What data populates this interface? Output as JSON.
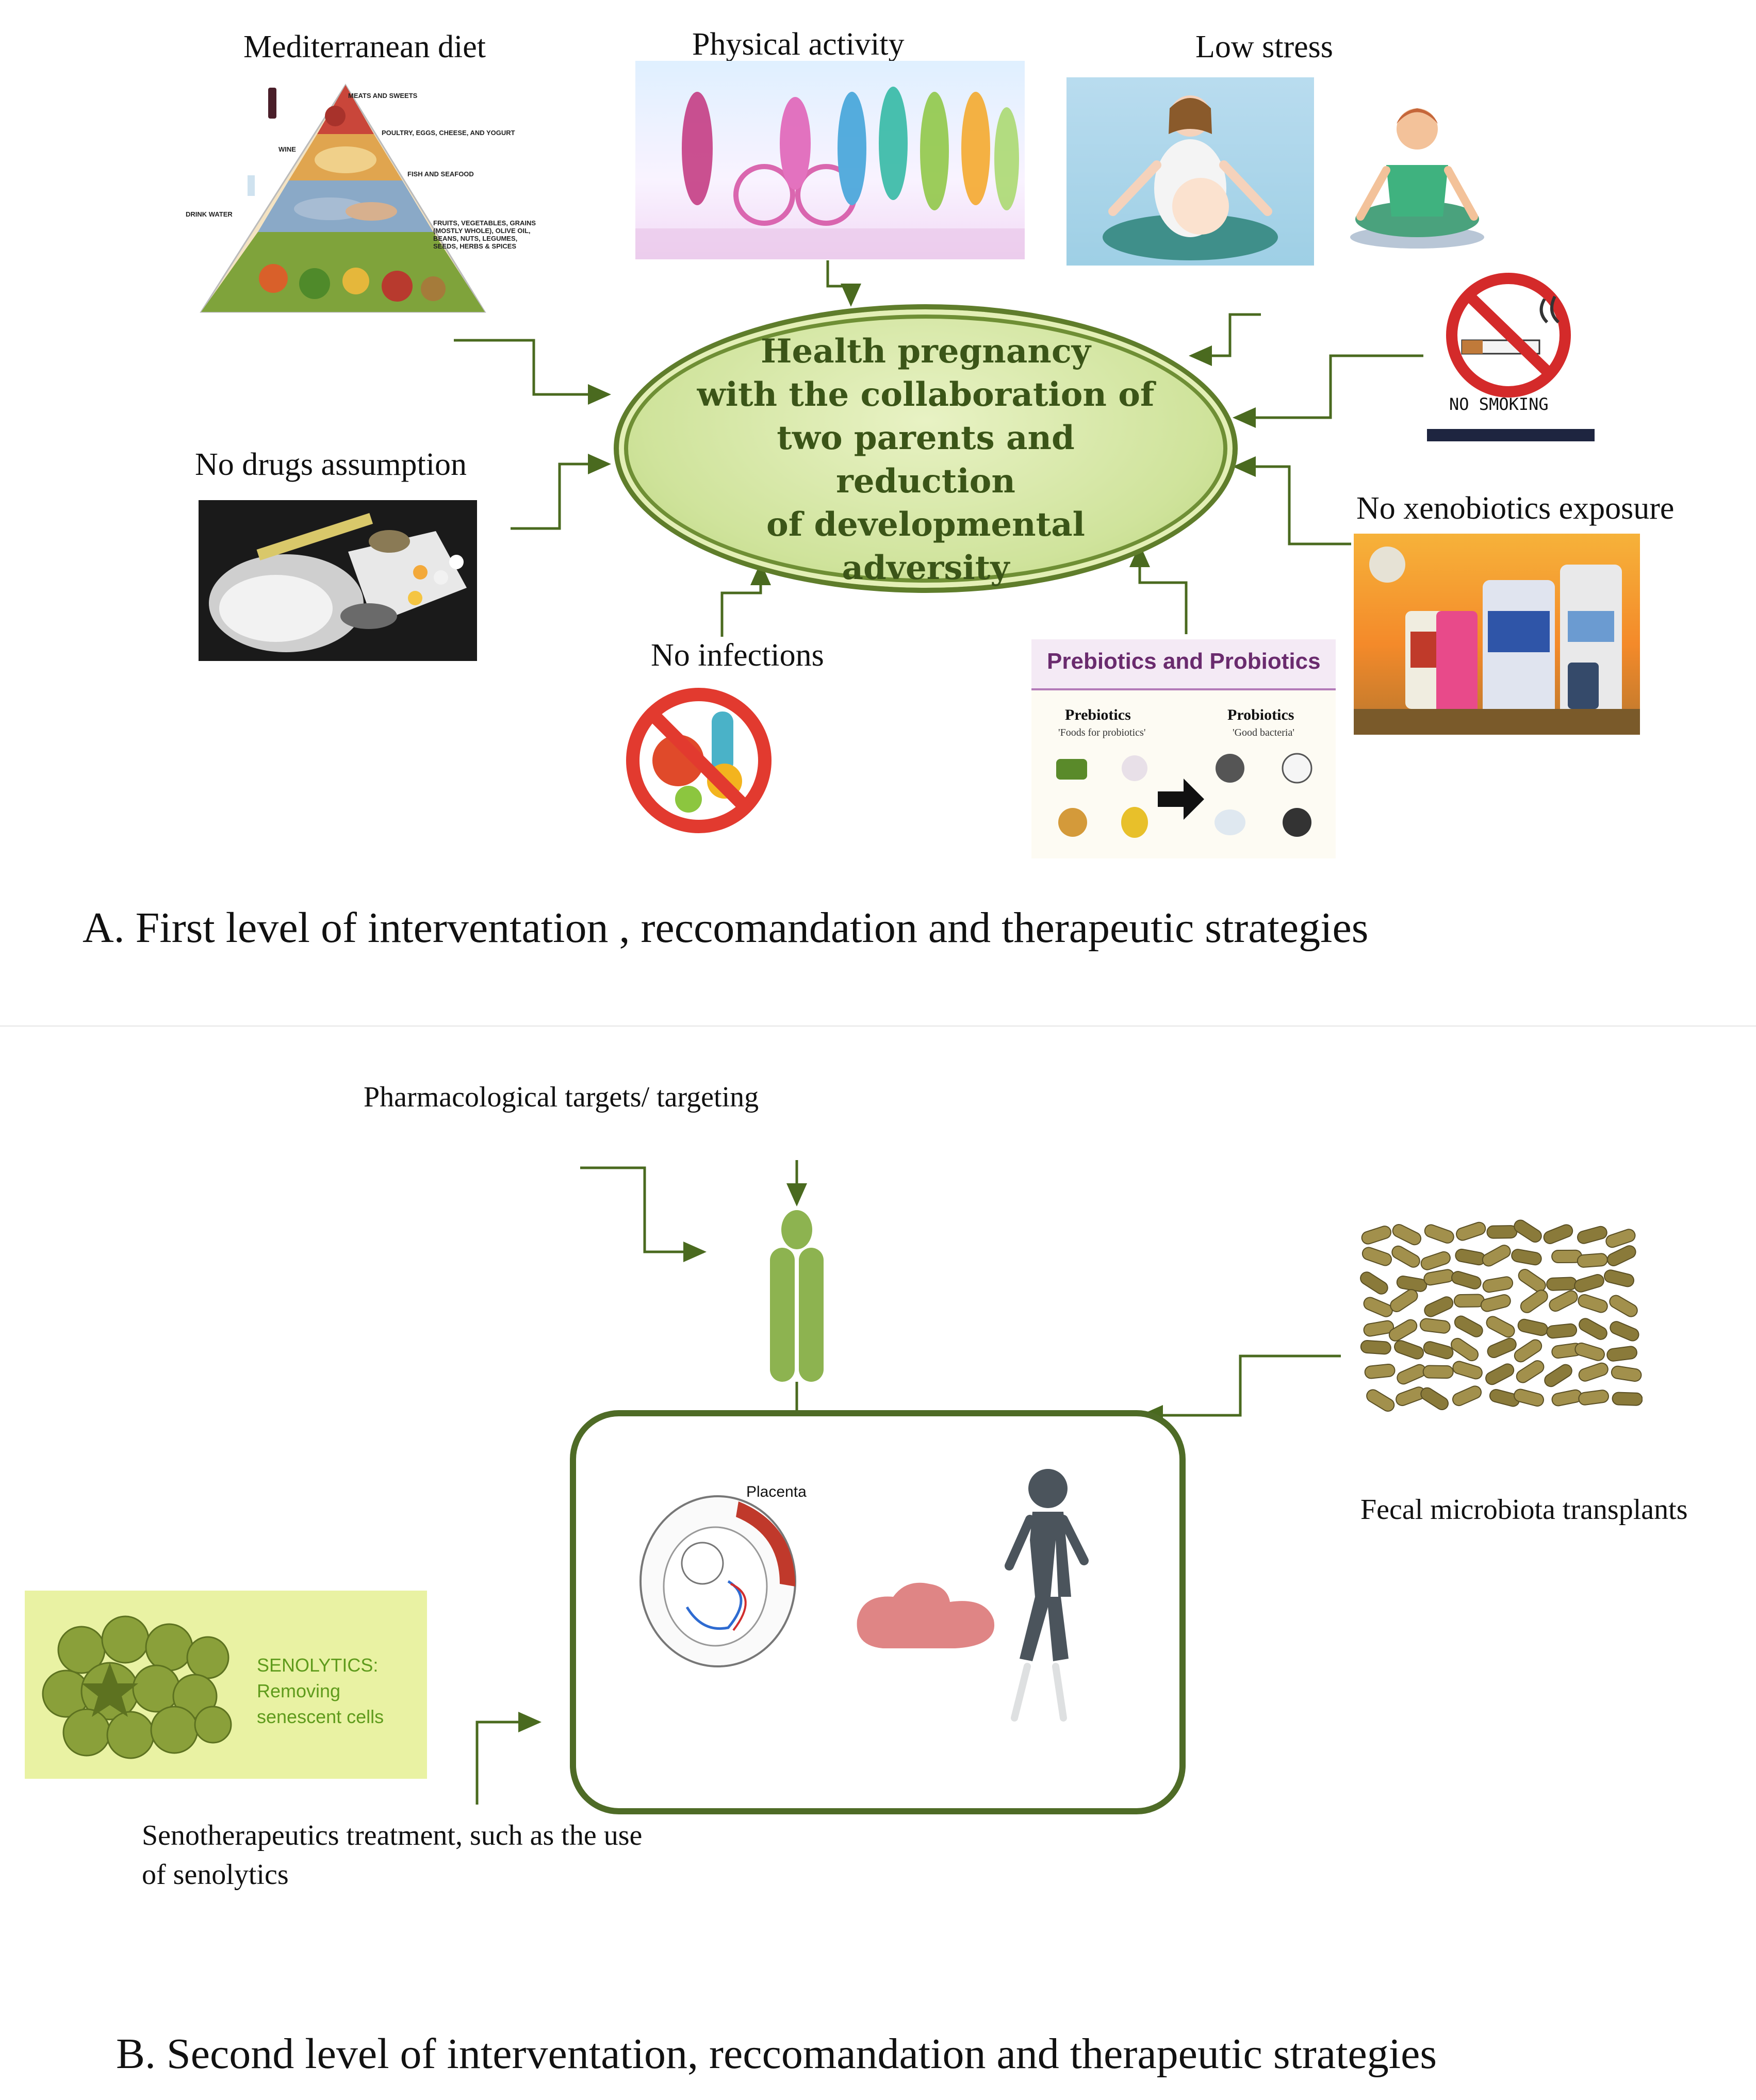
{
  "panel_a": {
    "center": {
      "lines": [
        "Health pregnancy",
        "with the collaboration of",
        "two parents  and",
        "reduction",
        "of developmental",
        "adversity"
      ]
    },
    "labels": {
      "mediterranean_diet": "Mediterranean diet",
      "physical_activity": "Physical activity",
      "low_stress": "Low stress",
      "no_drugs": "No drugs assumption",
      "no_infections": "No infections",
      "no_xenobiotics": "No xenobiotics exposure"
    },
    "no_smoking_sign": "NO SMOKING",
    "pyramid_tiers": [
      "MEATS AND SWEETS",
      "POULTRY, EGGS, CHEESE, AND YOGURT",
      "WINE",
      "FISH AND SEAFOOD",
      "DRINK WATER",
      "FRUITS, VEGETABLES, GRAINS (MOSTLY WHOLE), OLIVE OIL, BEANS, NUTS, LEGUMES, SEEDS, HERBS & SPICES"
    ],
    "prebiotics_card": {
      "title": "Prebiotics and Probiotics",
      "prebiotics": "Prebiotics",
      "prebiotics_sub": "'Foods for probiotics'",
      "probiotics": "Probiotics",
      "probiotics_sub": "'Good bacteria'"
    },
    "caption": "A. First level  of  interventation , reccomandation  and  therapeutic  strategies"
  },
  "panel_b": {
    "labels": {
      "pharmacological": "Pharmacological  targets/  targeting",
      "fecal": "Fecal  microbiota  transplants",
      "senotherapeutics_line1": "Senotherapeutics  treatment,  such  as  the  use",
      "senotherapeutics_line2": "of  senolytics"
    },
    "placenta_label": "Placenta",
    "senolytics_card": {
      "line1": "SENOLYTICS:",
      "line2": "Removing",
      "line3": "senescent cells"
    },
    "caption": "B. Second level of interventation, reccomandation and therapeutic strategies"
  },
  "colors": {
    "wire": "#4a6a1f",
    "ellipse_fill": "#d3e6a0",
    "ellipse_border": "#5f7d2b",
    "center_text": "#3b5518",
    "receptor": "#8db350",
    "senolytics_bg": "#e9f2a3"
  }
}
